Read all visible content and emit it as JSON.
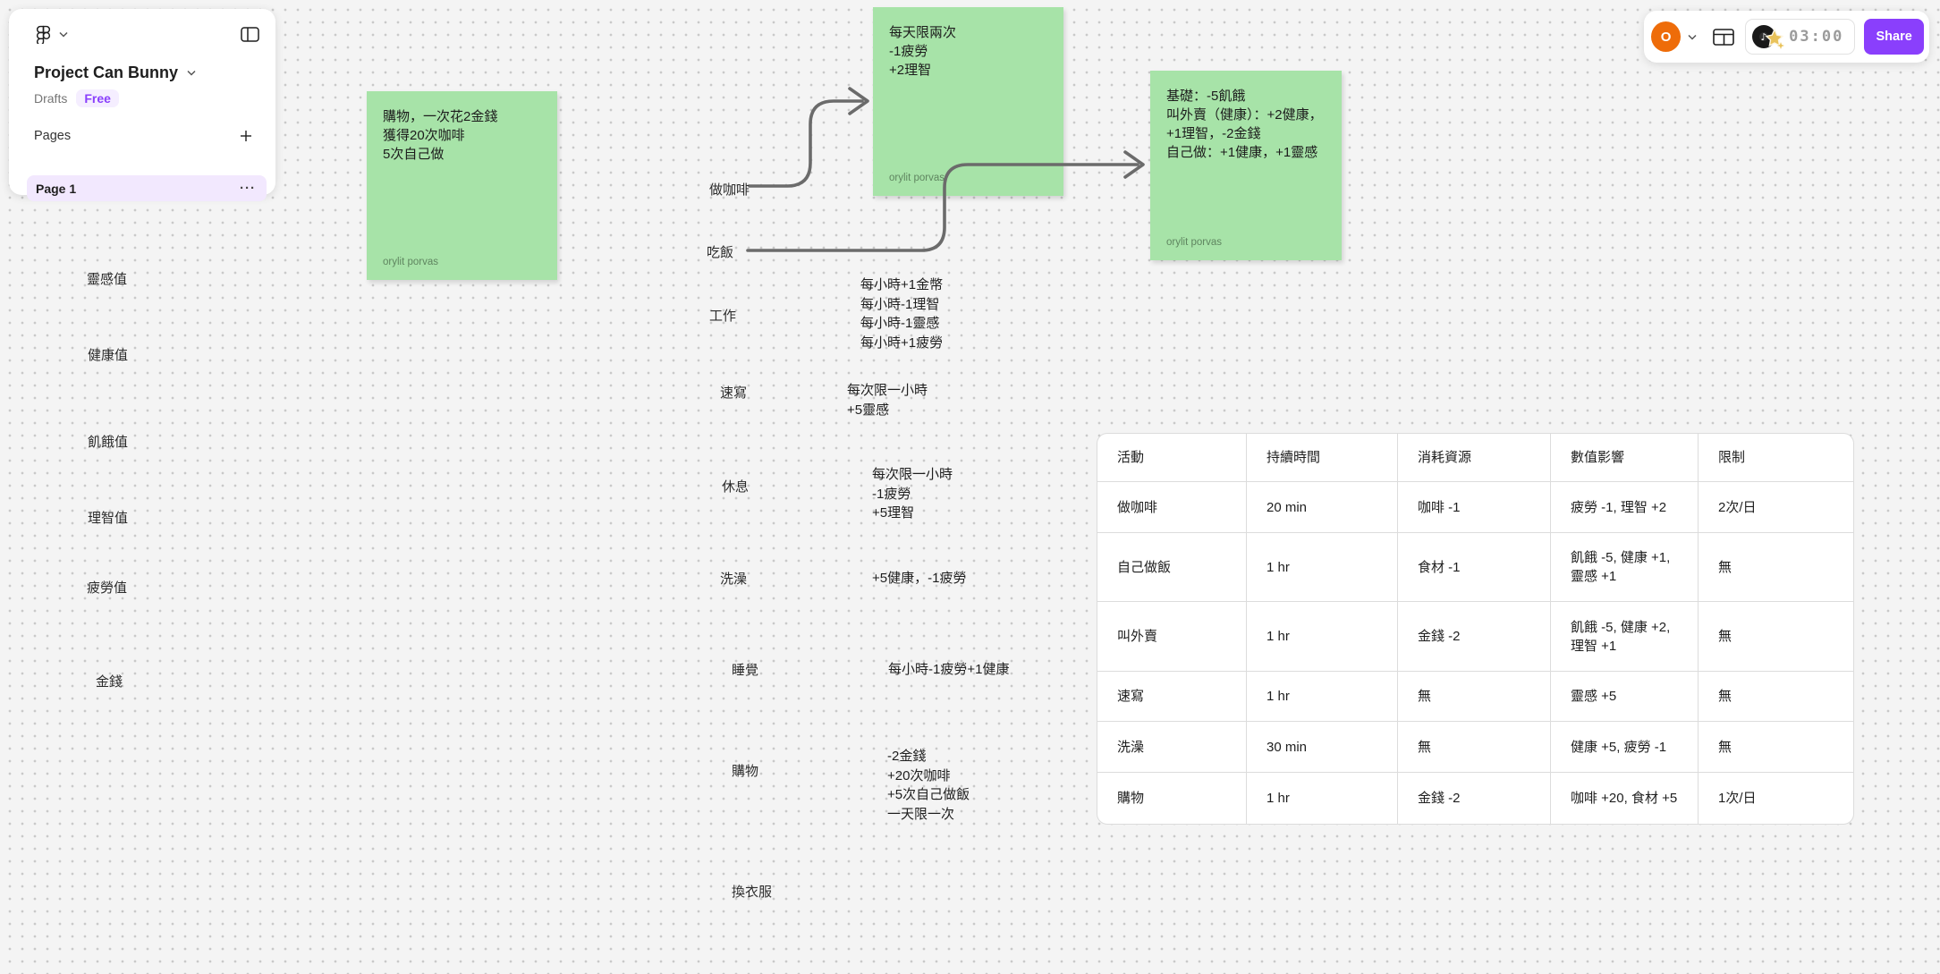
{
  "panel": {
    "title": "Project Can Bunny",
    "breadcrumb": "Drafts",
    "plan_badge": "Free",
    "pages_label": "Pages",
    "page_name": "Page 1"
  },
  "toolbar": {
    "avatar_initial": "O",
    "timer": "03:00",
    "share_label": "Share"
  },
  "colors": {
    "accent_purple": "#8a3ffc",
    "avatar_orange": "#ee6c09",
    "sticky_green": "#a7e3a8",
    "connector_gray": "#6b6b6b",
    "canvas_bg": "#f4f4f4"
  },
  "canvas": {
    "stats": [
      "靈感值",
      "健康值",
      "飢餓值",
      "理智值",
      "疲勞值",
      "金錢"
    ],
    "activities": [
      {
        "label": "做咖啡",
        "effects": ""
      },
      {
        "label": "吃飯",
        "effects": ""
      },
      {
        "label": "工作",
        "effects": "每小時+1金幣\n每小時-1理智\n每小時-1靈感\n每小時+1疲勞"
      },
      {
        "label": "速寫",
        "effects": "每次限一小時\n+5靈感"
      },
      {
        "label": "休息",
        "effects": "每次限一小時\n-1疲勞\n+5理智"
      },
      {
        "label": "洗澡",
        "effects": "+5健康，-1疲勞"
      },
      {
        "label": "睡覺",
        "effects": "每小時-1疲勞+1健康"
      },
      {
        "label": "購物",
        "effects": "-2金錢\n+20次咖啡\n+5次自己做飯\n一天限一次"
      },
      {
        "label": "換衣服",
        "effects": ""
      }
    ],
    "stickies": [
      {
        "text": "購物，一次花2金錢\n獲得20次咖啡\n5次自己做",
        "author": "orylit porvas"
      },
      {
        "text": "每天限兩次\n-1疲勞\n+2理智",
        "author": "orylit porvas"
      },
      {
        "text": "基礎：-5飢餓\n叫外賣（健康）：+2健康，+1理智，-2金錢\n自己做：+1健康，+1靈感",
        "author": "orylit porvas"
      }
    ],
    "table": {
      "headers": [
        "活動",
        "持續時間",
        "消耗資源",
        "數值影響",
        "限制"
      ],
      "rows": [
        [
          "做咖啡",
          "20 min",
          "咖啡 -1",
          "疲勞 -1, 理智 +2",
          "2次/日"
        ],
        [
          "自己做飯",
          "1 hr",
          "食材 -1",
          "飢餓 -5, 健康 +1, 靈感 +1",
          "無"
        ],
        [
          "叫外賣",
          "1 hr",
          "金錢 -2",
          "飢餓 -5, 健康 +2, 理智 +1",
          "無"
        ],
        [
          "速寫",
          "1 hr",
          "無",
          "靈感 +5",
          "無"
        ],
        [
          "洗澡",
          "30 min",
          "無",
          "健康 +5, 疲勞 -1",
          "無"
        ],
        [
          "購物",
          "1 hr",
          "金錢 -2",
          "咖啡 +20, 食材 +5",
          "1次/日"
        ]
      ]
    }
  }
}
